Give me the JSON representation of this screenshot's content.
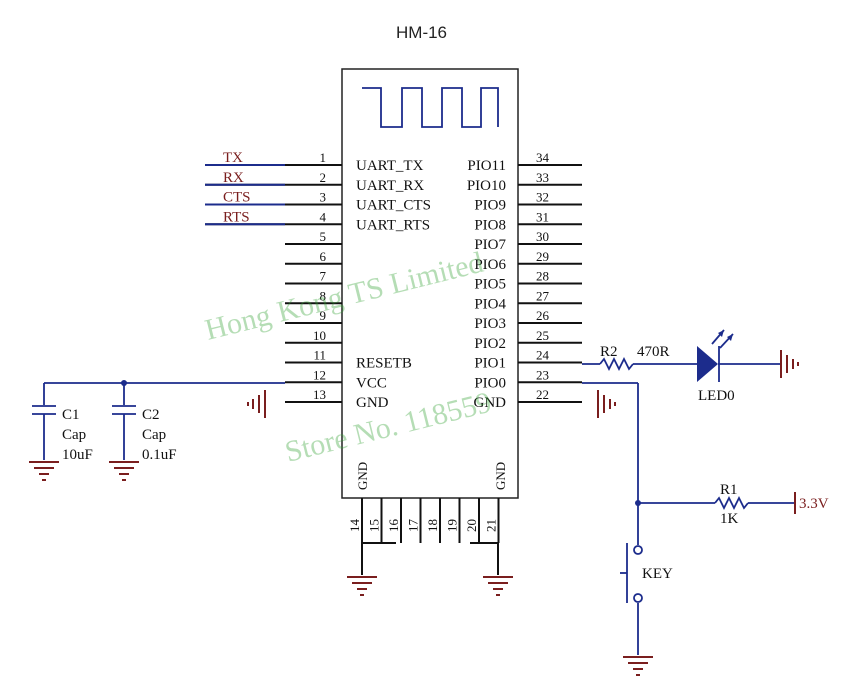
{
  "title": "HM-16",
  "net_labels": [
    "TX",
    "RX",
    "CTS",
    "RTS"
  ],
  "left_pins": [
    {
      "num": "1",
      "name": "UART_TX"
    },
    {
      "num": "2",
      "name": "UART_RX"
    },
    {
      "num": "3",
      "name": "UART_CTS"
    },
    {
      "num": "4",
      "name": "UART_RTS"
    },
    {
      "num": "5",
      "name": ""
    },
    {
      "num": "6",
      "name": ""
    },
    {
      "num": "7",
      "name": ""
    },
    {
      "num": "8",
      "name": ""
    },
    {
      "num": "9",
      "name": ""
    },
    {
      "num": "10",
      "name": ""
    },
    {
      "num": "11",
      "name": "RESETB"
    },
    {
      "num": "12",
      "name": "VCC"
    },
    {
      "num": "13",
      "name": "GND"
    }
  ],
  "right_pins": [
    {
      "num": "34",
      "name": "PIO11"
    },
    {
      "num": "33",
      "name": "PIO10"
    },
    {
      "num": "32",
      "name": "PIO9"
    },
    {
      "num": "31",
      "name": "PIO8"
    },
    {
      "num": "30",
      "name": "PIO7"
    },
    {
      "num": "29",
      "name": "PIO6"
    },
    {
      "num": "28",
      "name": "PIO5"
    },
    {
      "num": "27",
      "name": "PIO4"
    },
    {
      "num": "26",
      "name": "PIO3"
    },
    {
      "num": "25",
      "name": "PIO2"
    },
    {
      "num": "24",
      "name": "PIO1"
    },
    {
      "num": "23",
      "name": "PIO0"
    },
    {
      "num": "22",
      "name": "GND"
    }
  ],
  "bottom_pins": [
    "14",
    "15",
    "16",
    "17",
    "18",
    "19",
    "20",
    "21"
  ],
  "bottom_gnd_left": "GND",
  "bottom_gnd_right": "GND",
  "components": {
    "c1": {
      "ref": "C1",
      "type": "Cap",
      "value": "10uF"
    },
    "c2": {
      "ref": "C2",
      "type": "Cap",
      "value": "0.1uF"
    },
    "r2": {
      "ref": "R2",
      "value": "470R"
    },
    "r1": {
      "ref": "R1",
      "value": "1K"
    },
    "led": {
      "ref": "LED0"
    },
    "key": {
      "ref": "KEY"
    },
    "supply": "3.3V"
  },
  "watermarks": [
    "Hong Kong TS Limited",
    "Store No. 118559"
  ]
}
